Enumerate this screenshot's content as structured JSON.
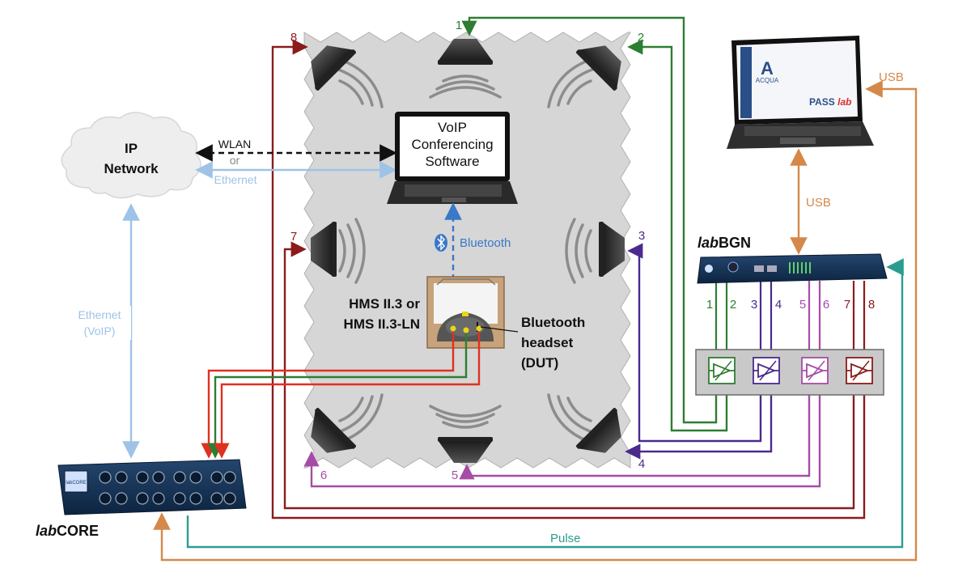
{
  "network": {
    "line1": "IP",
    "line2": "Network"
  },
  "links": {
    "wlan": "WLAN",
    "or": "or",
    "ethernet": "Ethernet",
    "ethernet_voip_1": "Ethernet",
    "ethernet_voip_2": "(VoIP)",
    "bluetooth": "Bluetooth",
    "pulse": "Pulse",
    "usb_top": "USB",
    "usb_mid": "USB"
  },
  "laptop": {
    "line1": "VoIP",
    "line2": "Conferencing",
    "line3": "Software"
  },
  "hms": {
    "line1": "HMS II.3 or",
    "line2": "HMS II.3-LN"
  },
  "dut": {
    "line1": "Bluetooth",
    "line2": "headset",
    "line3": "(DUT)"
  },
  "labbgn": {
    "italic": "lab",
    "bold": "BGN"
  },
  "labcore": {
    "italic": "lab",
    "bold": "CORE",
    "screen": "labCORE"
  },
  "pc": {
    "logo1": "ACQUA",
    "logo2": "PASS",
    "logo3": "lab"
  },
  "channels": {
    "ch1": "1",
    "ch2": "2",
    "ch3": "3",
    "ch4": "4",
    "ch5": "5",
    "ch6": "6",
    "ch7": "7",
    "ch8": "8"
  },
  "amp_labels": [
    "1",
    "2",
    "3",
    "4",
    "5",
    "6",
    "7",
    "8"
  ],
  "colors": {
    "ch1": "#2e7d32",
    "ch2": "#2e7d32",
    "ch3": "#4b2a8c",
    "ch4": "#4b2a8c",
    "ch5": "#a64ca6",
    "ch6": "#a64ca6",
    "ch7": "#8b1c1c",
    "ch8": "#8b1c1c",
    "ethernet": "#9ec3e6",
    "bluetooth": "#3a78c8",
    "pulse": "#2a9d8f",
    "usb": "#d4894a",
    "headset_red": "#e03020"
  }
}
